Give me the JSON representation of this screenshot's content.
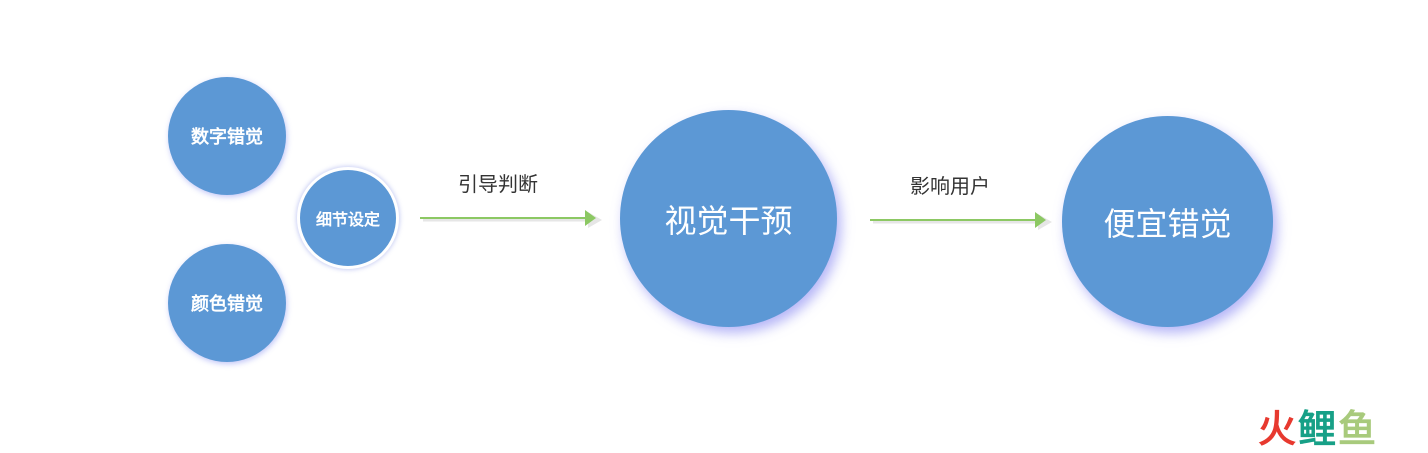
{
  "nodes": {
    "digital_illusion": "数字错觉",
    "color_illusion": "颜色错觉",
    "detail_setting": "细节设定",
    "visual_intervention": "视觉干预",
    "cheap_illusion": "便宜错觉"
  },
  "edges": {
    "guide_judgment": "引导判断",
    "influence_user": "影响用户"
  },
  "watermark": {
    "part1": "火",
    "part2": "鲤",
    "part3": "鱼"
  },
  "colors": {
    "circle_fill": "#5c98d5",
    "arrow": "#8cc863",
    "watermark_red": "#e7392f",
    "watermark_green": "#17a087",
    "watermark_light": "#a8ca7c"
  }
}
